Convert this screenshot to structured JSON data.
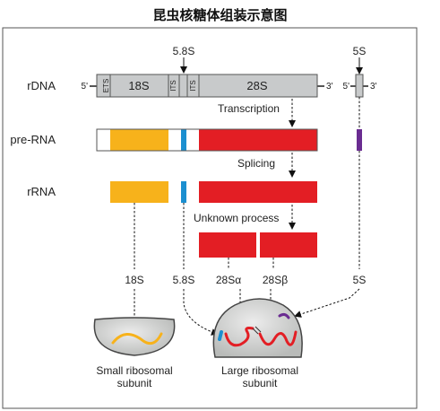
{
  "title": "昆虫核糖体组装示意图",
  "labels": {
    "rdna": "rDNA",
    "pre_rna": "pre-RNA",
    "rrna": "rRNA",
    "five_prime": "5'",
    "three_prime": "3'",
    "ets": "ETS",
    "its": "ITS",
    "s18": "18S",
    "s58": "5.8S",
    "s28": "28S",
    "s5": "5S",
    "transcription": "Transcription",
    "splicing": "Splicing",
    "unknown_process": "Unknown process",
    "s28a": "28Sα",
    "s28b": "28Sβ",
    "small_subunit_l1": "Small ribosomal",
    "small_subunit_l2": "subunit",
    "large_subunit_l1": "Large ribosomal",
    "large_subunit_l2": "subunit"
  },
  "colors": {
    "rdna_gray": "#c8cacb",
    "s18_orange": "#f7b21b",
    "s58_blue": "#1b8fd0",
    "s28_red": "#e31e24",
    "s5_purple": "#6a2c91",
    "subunit_gray": "#d7d8d6"
  }
}
